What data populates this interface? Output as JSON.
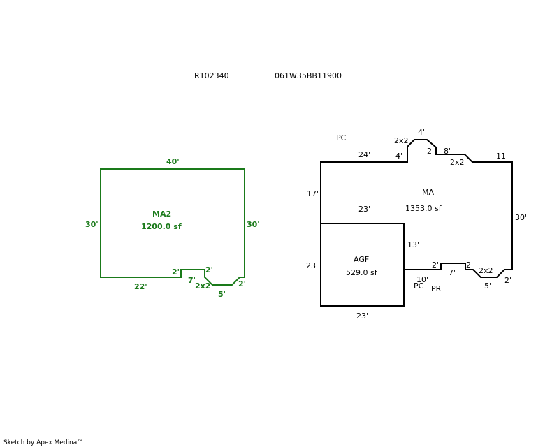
{
  "header": {
    "parcel_id": "R102340",
    "map_tax_lot": "061W35BB11900"
  },
  "colors": {
    "main_outline": "#000000",
    "ma2_outline": "#1a7a1a"
  },
  "sketch_left": {
    "area_label": "MA2",
    "area_value": "1200.0 sf",
    "dims": {
      "top": "40'",
      "left": "30'",
      "right": "30'",
      "bottom": "22'",
      "step1": "2'",
      "step2": "7'",
      "step3": "2'",
      "chamfer": "2x2",
      "bottom_right": "5'",
      "corner": "2'"
    }
  },
  "sketch_right": {
    "pc_top": "PC",
    "ma_label": "MA",
    "ma_value": "1353.0 sf",
    "agf_label": "AGF",
    "agf_value": "529.0 sf",
    "dims": {
      "top_left": "24'",
      "bump_left": "4'",
      "bump_chamfer": "2x2",
      "bump_top": "4'",
      "bump_right": "2'",
      "top_mid": "8'",
      "top_chamfer": "2x2",
      "top_right": "11'",
      "left_upper": "17'",
      "right": "30'",
      "agf_top": "23'",
      "agf_left": "23'",
      "agf_right": "13'",
      "agf_bottom": "23'",
      "bot_10": "10'",
      "bot_2a": "2'",
      "bot_7": "7'",
      "bot_2b": "2'",
      "bot_chamfer": "2x2",
      "bot_5": "5'",
      "bot_2c": "2'"
    },
    "pc_bottom": "PC",
    "pr_bottom": "PR"
  },
  "footer": {
    "credit": "Sketch by Apex Medina™"
  }
}
